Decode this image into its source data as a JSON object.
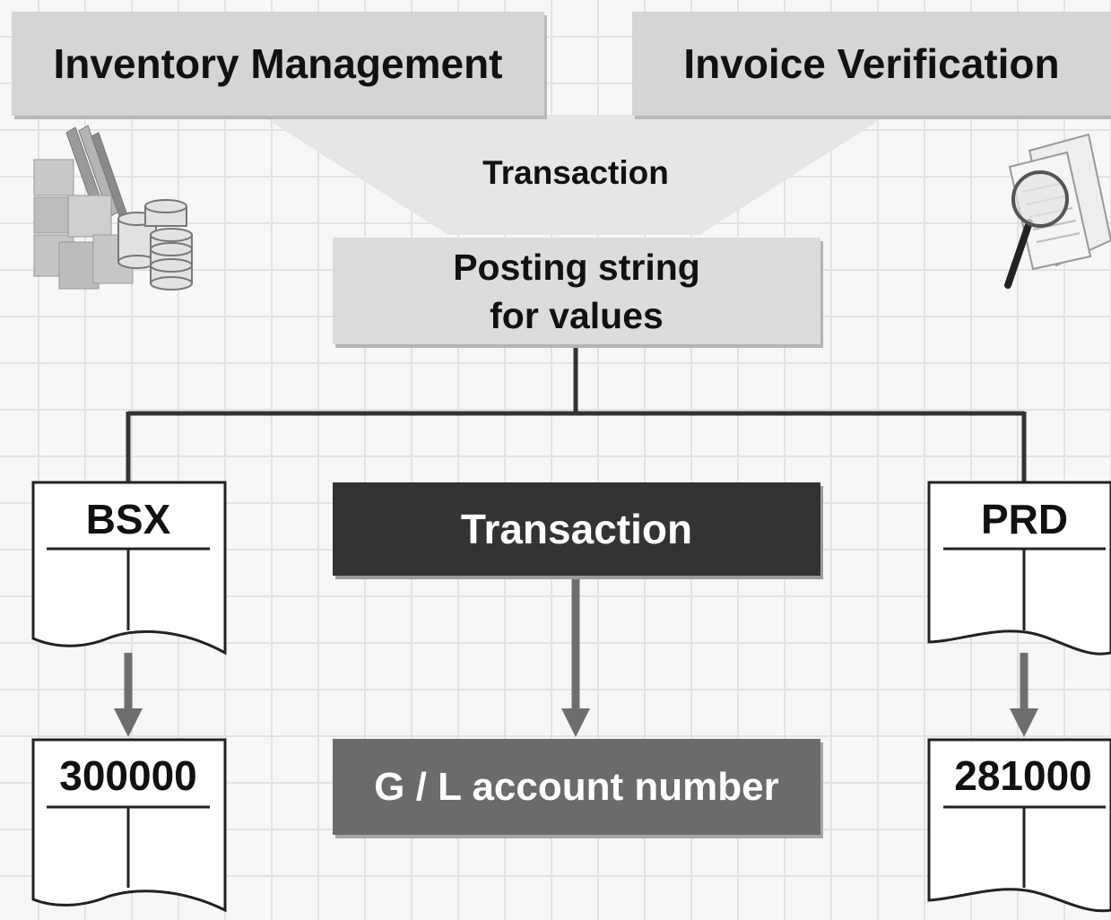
{
  "header": {
    "inventory_management": "Inventory Management",
    "invoice_verification": "Invoice Verification"
  },
  "funnel_label": "Transaction",
  "posting_string": {
    "line1": "Posting string",
    "line2": "for values"
  },
  "center": {
    "transaction": "Transaction",
    "gl_account": "G / L account number"
  },
  "left": {
    "key": "BSX",
    "account": "300000"
  },
  "right": {
    "key": "PRD",
    "account": "281000"
  },
  "icons": [
    "warehouse-inventory-icon",
    "magnifier-document-icon"
  ]
}
